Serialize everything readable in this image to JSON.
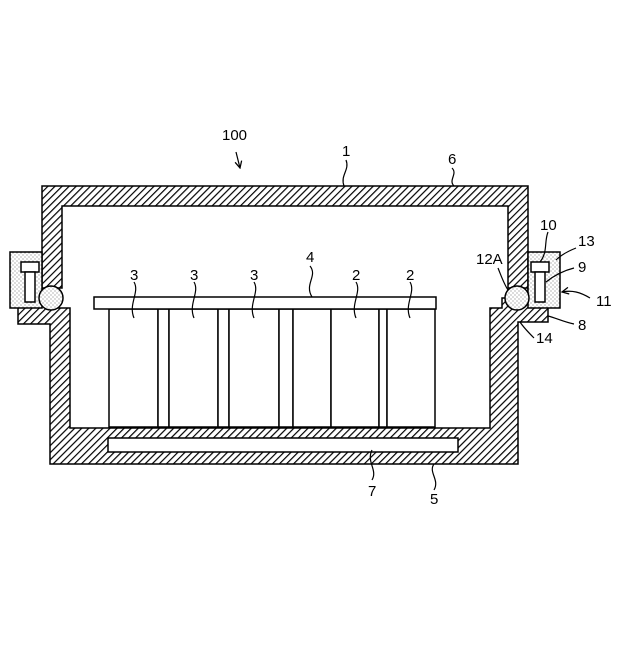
{
  "labels": {
    "assembly": "100",
    "lid_pointer": "1",
    "lid": "6",
    "tray": "5",
    "bottom_plate": "7",
    "busbar": "4",
    "cell_a1": "3",
    "cell_a2": "3",
    "cell_a3": "3",
    "cell_b1": "2",
    "cell_b2": "2",
    "fastener_head": "10",
    "gasket": "13",
    "bolt": "9",
    "seal_section": "11",
    "seal_ring": "12A",
    "tray_flange": "8",
    "tray_lip": "14"
  }
}
